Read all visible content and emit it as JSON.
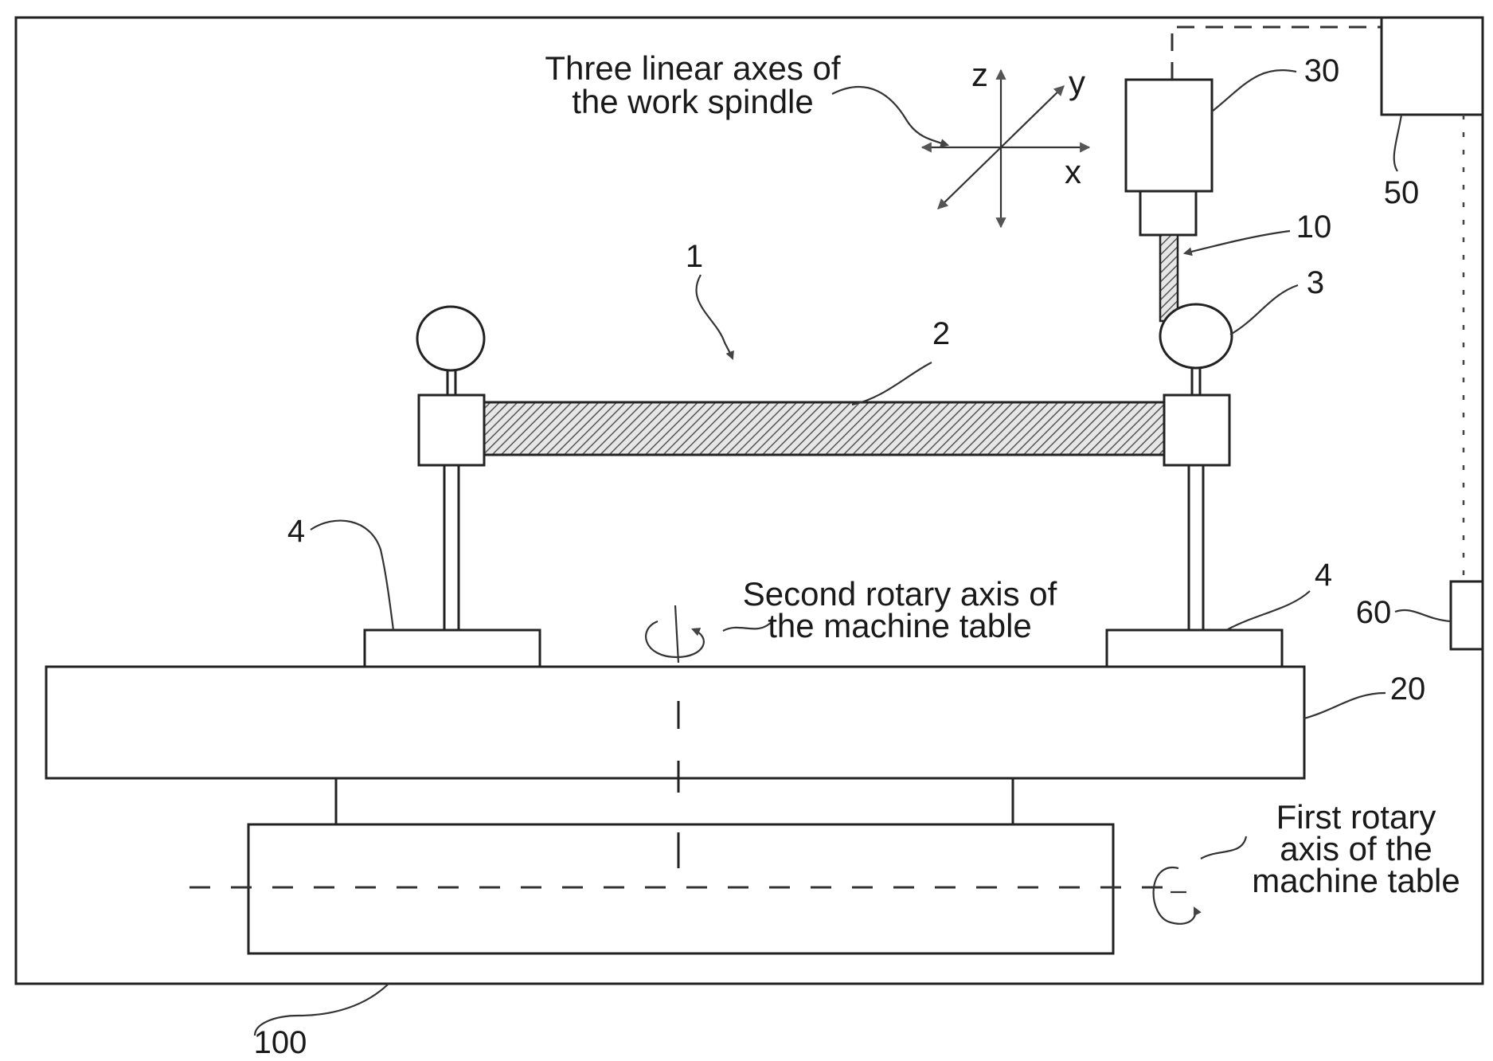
{
  "labels": {
    "linear_axes_line1": "Three linear axes of",
    "linear_axes_line2": "the work spindle",
    "axis_x": "x",
    "axis_y": "y",
    "axis_z": "z",
    "second_rotary_line1": "Second rotary axis of",
    "second_rotary_line2": "the machine table",
    "first_rotary_line1": "First rotary",
    "first_rotary_line2": "axis of the",
    "first_rotary_line3": "machine table"
  },
  "reference_numerals": {
    "assembly": "1",
    "workpiece": "2",
    "sphere": "3",
    "support_left": "4",
    "support_right": "4",
    "machine_table": "20",
    "spindle": "30",
    "tool": "10",
    "controller": "50",
    "device_60": "60",
    "machine": "100"
  },
  "colors": {
    "line": "#222222",
    "background": "#ffffff"
  }
}
